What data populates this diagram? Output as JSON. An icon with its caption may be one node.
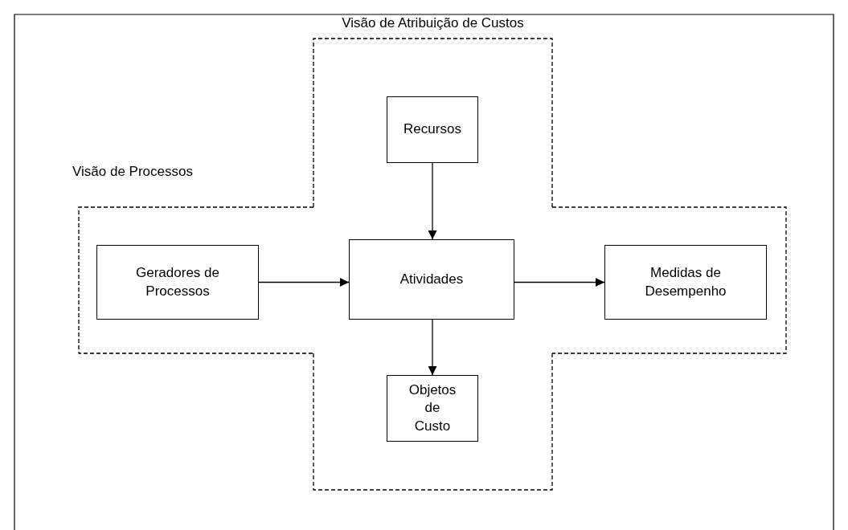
{
  "diagram": {
    "nodes": [
      {
        "text": [
          "Visão de Atribuição de Custos"
        ]
      },
      {
        "text": [
          "Visão de Processos"
        ]
      },
      {
        "text": [
          "Recursos"
        ],
        "in": 0
      },
      {
        "text": [
          "Geradores de Processos"
        ],
        "in": 1
      },
      {
        "text": [
          "Atividades"
        ]
      },
      {
        "text": [
          "Medidas de Desempenho"
        ],
        "in": 1
      },
      {
        "text": [
          "Objetos de Custo"
        ],
        "in": 0
      }
    ],
    "edges": [
      {
        "from": 2,
        "to": 4,
        "arrow": "to"
      },
      {
        "from": 3,
        "to": 4,
        "arrow": "to"
      },
      {
        "from": 4,
        "to": 5,
        "arrow": "to"
      },
      {
        "from": 4,
        "to": 6,
        "arrow": "to"
      }
    ]
  }
}
